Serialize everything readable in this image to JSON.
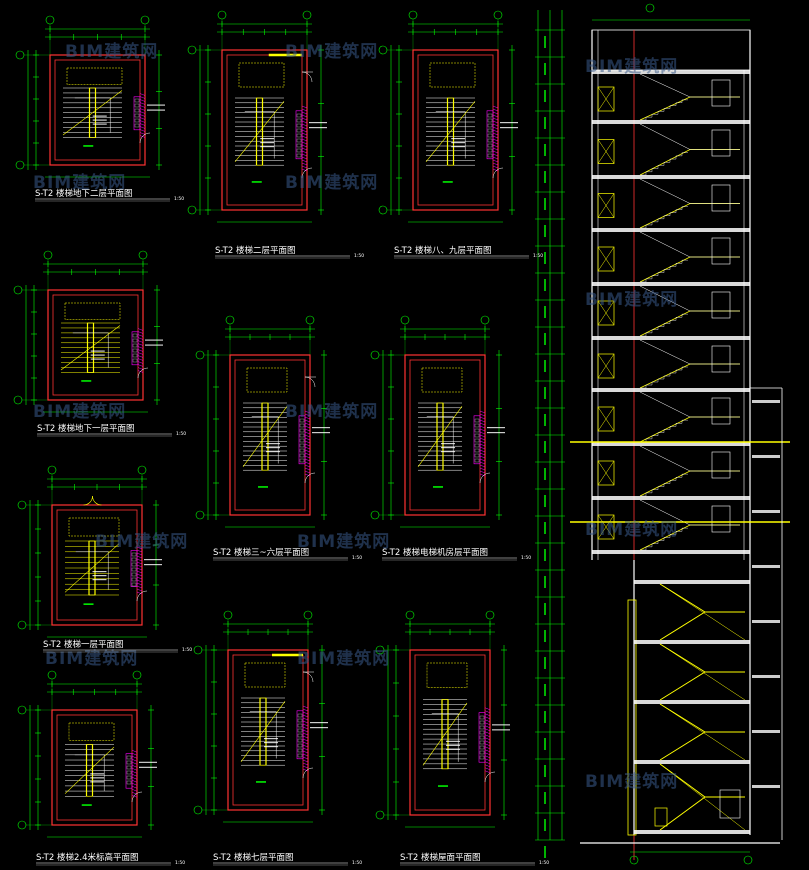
{
  "plans": [
    {
      "title": "S-T2 楼梯地下二层平面图",
      "scale": "1:50"
    },
    {
      "title": "S-T2 楼梯二层平面图",
      "scale": "1:50"
    },
    {
      "title": "S-T2 楼梯八、九层平面图",
      "scale": "1:50"
    },
    {
      "title": "S-T2 楼梯地下一层平面图",
      "scale": "1:50"
    },
    {
      "title": "S-T2 楼梯三~六层平面图",
      "scale": "1:50"
    },
    {
      "title": "S-T2 楼梯电梯机房层平面图",
      "scale": "1:50"
    },
    {
      "title": "S-T2 楼梯一层平面图",
      "scale": "1:50"
    },
    {
      "title": "S-T2 楼梯2.4米标高平面图",
      "scale": "1:50"
    },
    {
      "title": "S-T2 楼梯七层平面图",
      "scale": "1:50"
    },
    {
      "title": "S-T2 楼梯屋面平面图",
      "scale": "1:50"
    }
  ],
  "watermark": "BIM建筑网",
  "colors": {
    "background": "#000000",
    "dimension": "#00ff00",
    "wall": "#ff3333",
    "stair": "#ffff00",
    "text": "#ffffff",
    "hatch": "#ff00ff",
    "watermark": "#3a5a8a"
  }
}
